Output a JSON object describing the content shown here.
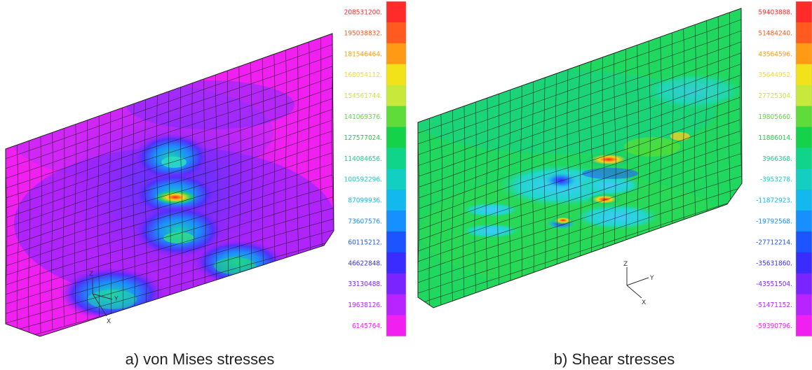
{
  "panels": [
    {
      "id": "von-mises",
      "caption": "a) von Mises stresses",
      "legend": [
        "208531200.",
        "195038832.",
        "181546464.",
        "168054112.",
        "154561744.",
        "141069376.",
        "127577024.",
        "114084656.",
        "100592296.",
        "87099936.",
        "73607576.",
        "60115212.",
        "46622848.",
        "33130488.",
        "19638126.",
        "6145764."
      ],
      "legend_colors": [
        "#ff2a2a",
        "#ff5a1f",
        "#ff9a14",
        "#f2e21a",
        "#c8e83c",
        "#5fdc3a",
        "#14d24a",
        "#10d48a",
        "#12cfc2",
        "#12b8ee",
        "#1690ff",
        "#1c55ff",
        "#3a2cff",
        "#7a24ff",
        "#b824ff",
        "#f020f0"
      ],
      "axis_labels": [
        "Z",
        "Y",
        "X"
      ]
    },
    {
      "id": "shear",
      "caption": "b) Shear stresses",
      "legend": [
        "59403888.",
        "51484240.",
        "43564596.",
        "35644952.",
        "27725304.",
        "19805660.",
        "11886014.",
        "3966368.",
        "-3953278.",
        "-11872923.",
        "-19792568.",
        "-27712214.",
        "-35631860.",
        "-43551504.",
        "-51471152.",
        "-59390796."
      ],
      "legend_colors": [
        "#ff2a2a",
        "#ff5a1f",
        "#ff9a14",
        "#f2e21a",
        "#c8e83c",
        "#5fdc3a",
        "#14d24a",
        "#10d48a",
        "#12cfc2",
        "#12b8ee",
        "#1690ff",
        "#1c55ff",
        "#3a2cff",
        "#7a24ff",
        "#b824ff",
        "#f020f0"
      ],
      "axis_labels": [
        "Z",
        "Y",
        "X"
      ]
    }
  ]
}
